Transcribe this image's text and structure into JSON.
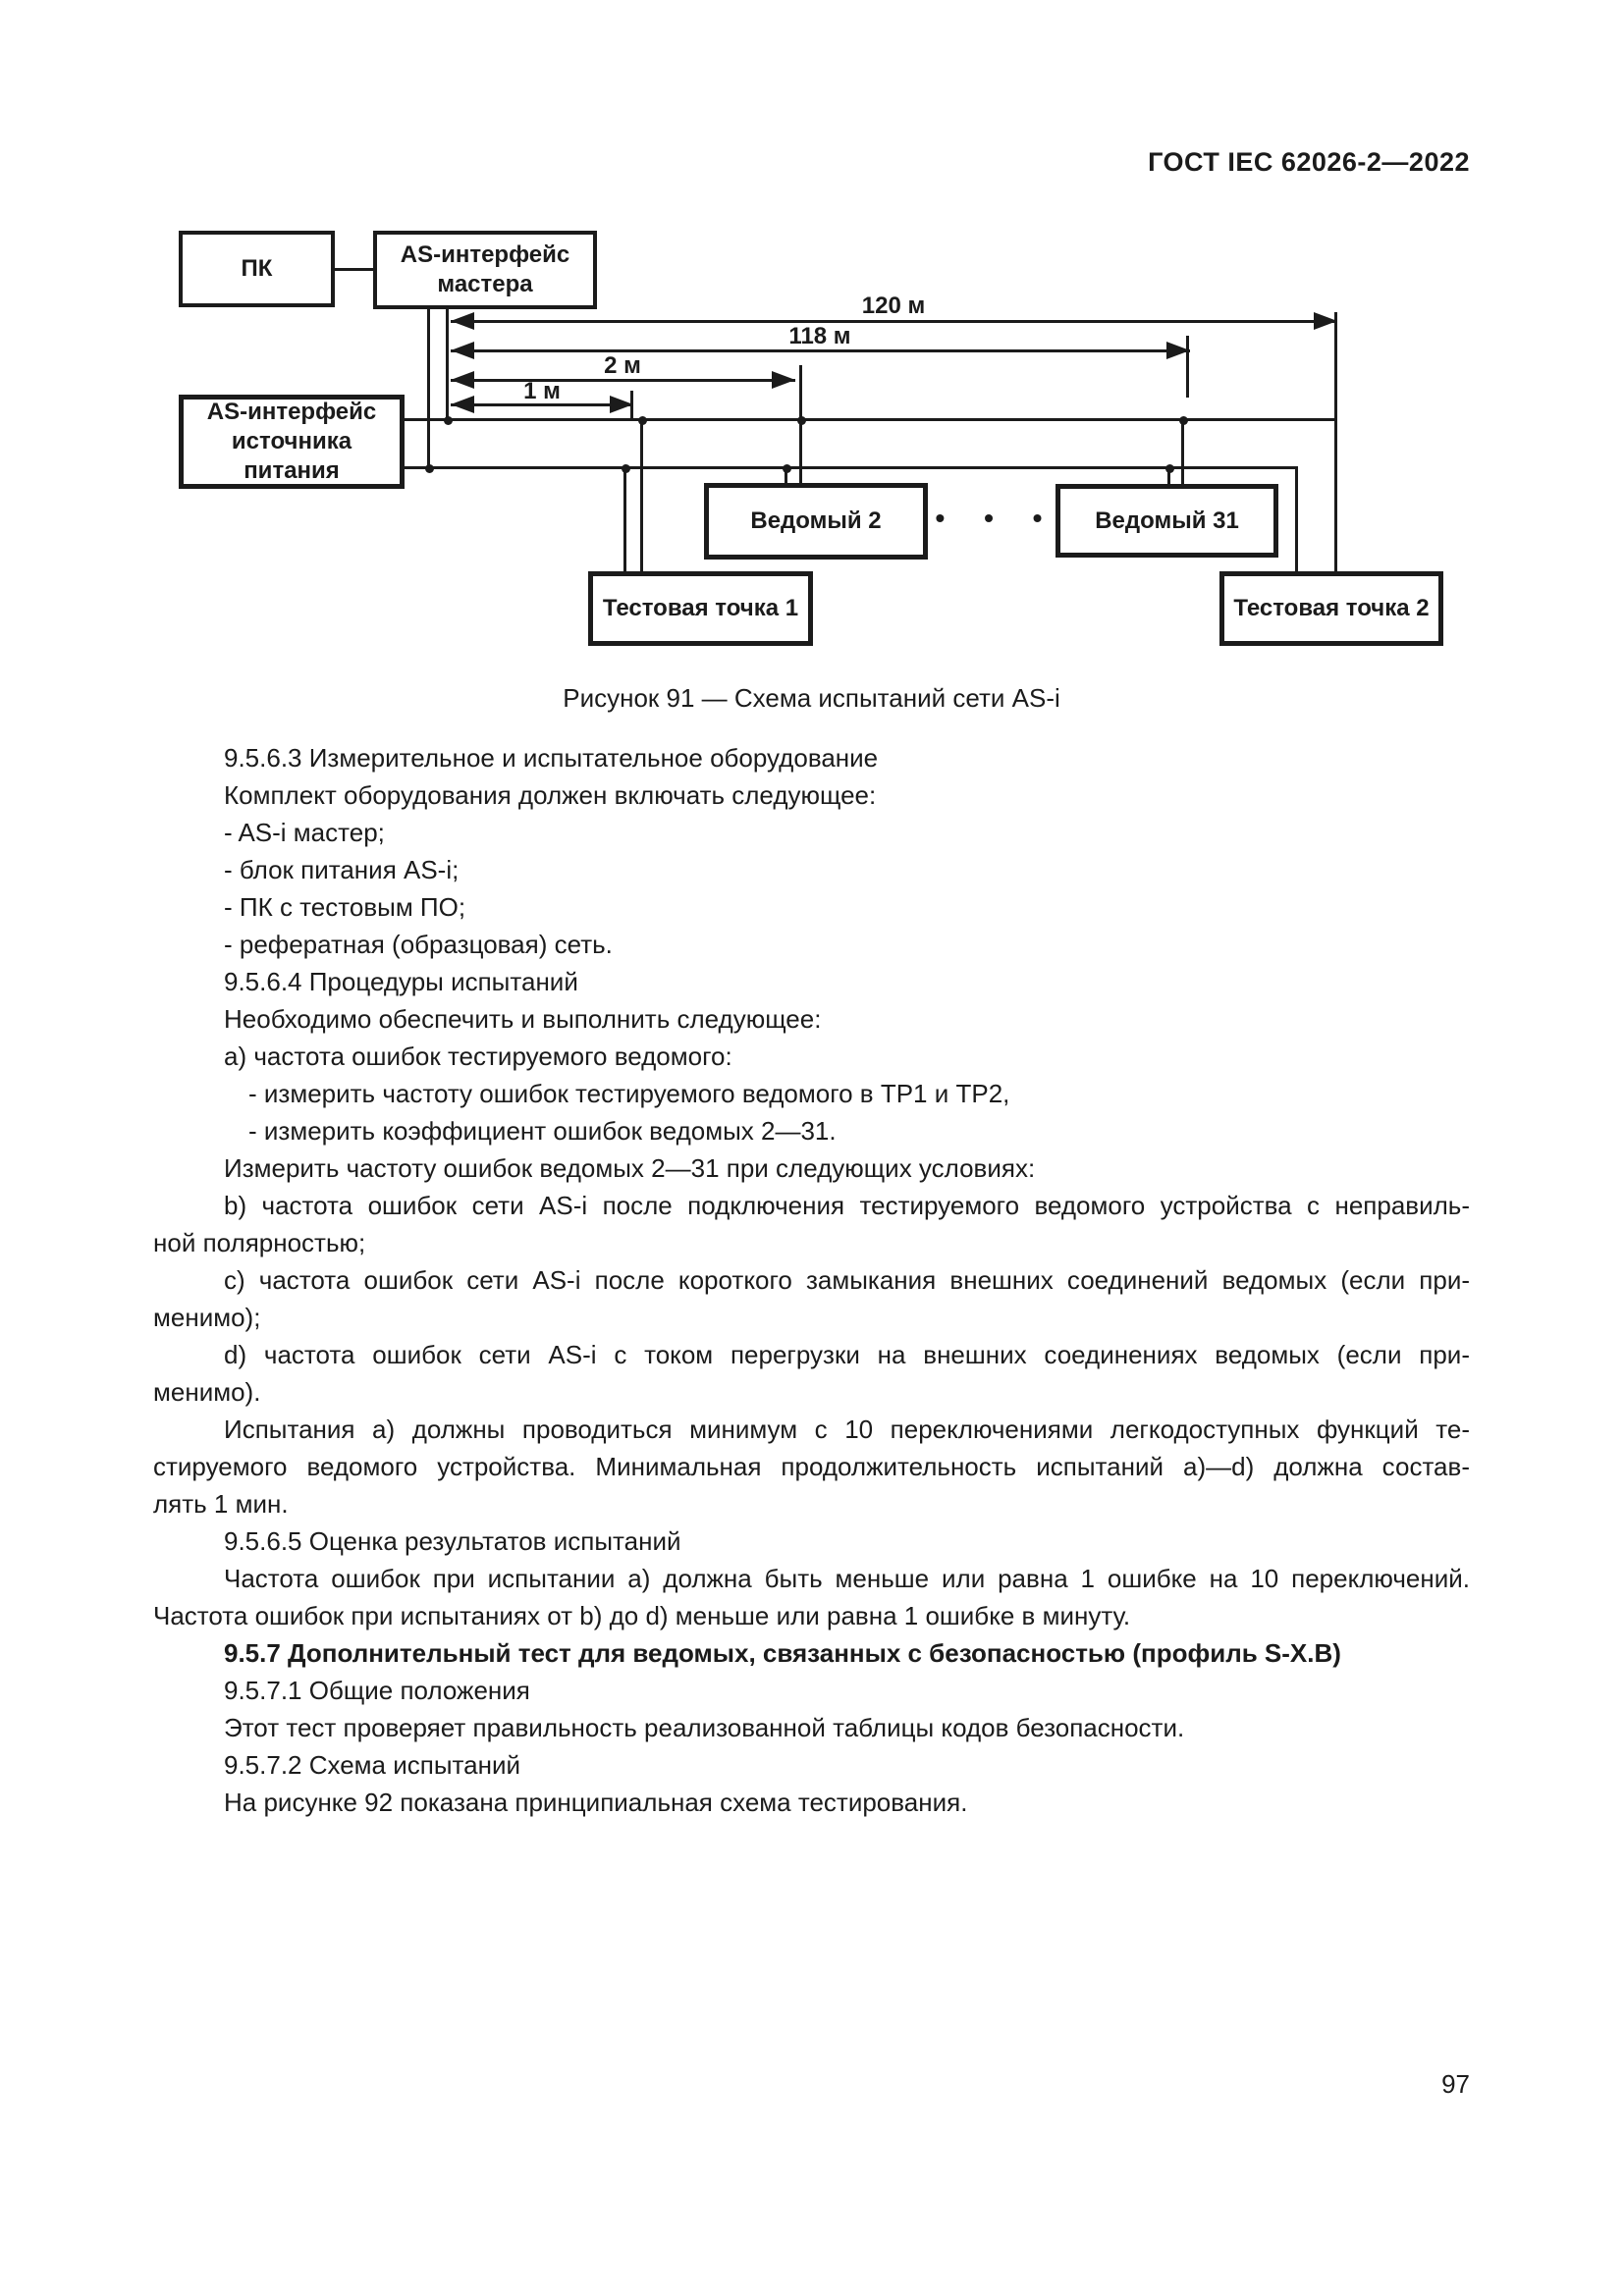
{
  "header": {
    "title": "ГОСТ IEC 62026-2—2022"
  },
  "figure": {
    "caption": "Рисунок 91 — Схема испытаний сети AS-i",
    "boxes": {
      "pk": "ПК",
      "master": [
        "AS-интерфейс",
        "мастера"
      ],
      "psu": [
        "AS-интерфейс",
        "источника питания"
      ],
      "slave2": "Ведомый 2",
      "slave31": "Ведомый 31",
      "tp1": "Тестовая точка 1",
      "tp2": "Тестовая точка 2"
    },
    "dims": {
      "d120": "120 м",
      "d118": "118 м",
      "d2": "2 м",
      "d1": "1 м"
    },
    "ellipsis": "• • •"
  },
  "body": {
    "lines": [
      {
        "t": "9.5.6.3 Измерительное и испытательное оборудование",
        "ind": 1
      },
      {
        "t": "Комплект оборудования должен включать следующее:",
        "ind": 1
      },
      {
        "t": "- AS-i мастер;",
        "ind": 1
      },
      {
        "t": "- блок питания AS-i;",
        "ind": 1
      },
      {
        "t": "- ПК с тестовым ПО;",
        "ind": 1
      },
      {
        "t": "- рефератная (образцовая) сеть.",
        "ind": 1
      },
      {
        "t": "9.5.6.4 Процедуры испытаний",
        "ind": 1
      },
      {
        "t": "Необходимо обеспечить и выполнить следующее:",
        "ind": 1
      },
      {
        "t": "a) частота ошибок тестируемого ведомого:",
        "ind": 1
      },
      {
        "t": "- измерить частоту ошибок тестируемого ведомого в ТР1 и ТР2,",
        "ind": 2
      },
      {
        "t": "- измерить коэффициент ошибок ведомых 2—31.",
        "ind": 2
      },
      {
        "t": "Измерить частоту ошибок ведомых 2—31 при следующих условиях:",
        "ind": 1
      },
      {
        "t": "b) частота ошибок сети AS-i после подключения тестируемого ведомого устройства с неправиль-",
        "ind": 1,
        "just": 1
      },
      {
        "t": "ной полярностью;",
        "ind": 0
      },
      {
        "t": "c) частота ошибок сети AS-i после короткого замыкания внешних соединений ведомых (если при-",
        "ind": 1,
        "just": 1
      },
      {
        "t": "менимо);",
        "ind": 0
      },
      {
        "t": "d) частота ошибок сети AS-i с током перегрузки на внешних соединениях ведомых (если при-",
        "ind": 1,
        "just": 1
      },
      {
        "t": "менимо).",
        "ind": 0
      },
      {
        "t": "Испытания a) должны проводиться минимум с 10 переключениями легкодоступных функций те-",
        "ind": 1,
        "just": 1
      },
      {
        "t": "стируемого ведомого устройства. Минимальная продолжительность испытаний a)—d) должна состав-",
        "ind": 0,
        "just": 1
      },
      {
        "t": "лять 1 мин.",
        "ind": 0
      },
      {
        "t": "9.5.6.5 Оценка результатов испытаний",
        "ind": 1
      },
      {
        "t": "Частота ошибок при испытании a) должна быть меньше или равна 1 ошибке на 10 переключений.",
        "ind": 1,
        "just": 1
      },
      {
        "t": "Частота ошибок при испытаниях от b) до d) меньше или равна 1 ошибке в минуту.",
        "ind": 0
      },
      {
        "t": "9.5.7 Дополнительный тест для ведомых, связанных с безопасностью (профиль S-X.B)",
        "ind": 1,
        "bold": 1
      },
      {
        "t": "9.5.7.1 Общие положения",
        "ind": 1
      },
      {
        "t": "Этот тест проверяет правильность реализованной таблицы кодов безопасности.",
        "ind": 1
      },
      {
        "t": "9.5.7.2 Схема испытаний",
        "ind": 1
      },
      {
        "t": "На рисунке 92 показана принципиальная схема тестирования.",
        "ind": 1
      }
    ]
  },
  "footer": {
    "page_number": "97"
  }
}
